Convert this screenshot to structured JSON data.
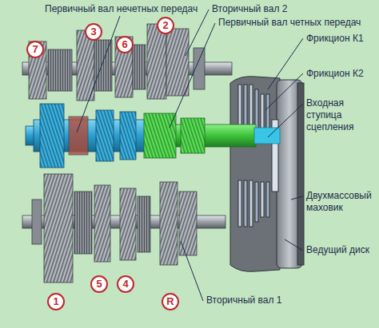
{
  "diagram": {
    "nodes": [
      {
        "text": [
          "7"
        ]
      },
      {
        "text": [
          "3"
        ]
      },
      {
        "text": [
          "6"
        ]
      },
      {
        "text": [
          "2"
        ]
      },
      {
        "text": [
          "1"
        ]
      },
      {
        "text": [
          "5"
        ]
      },
      {
        "text": [
          "4"
        ]
      },
      {
        "text": [
          "R"
        ]
      }
    ],
    "labels": [
      "Первичный вал нечетных передач",
      "Вторичный вал 2",
      "Первичный вал четных передач",
      "Фрикцион К1",
      "Фрикцион К2",
      "Входная ступица сцепления",
      "Двухмассовый маховик",
      "Ведущий диск",
      "Вторичный вал 1"
    ]
  }
}
